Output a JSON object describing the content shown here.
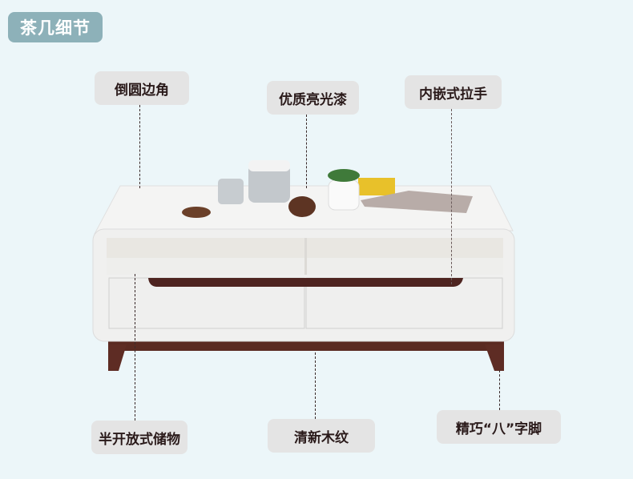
{
  "title": "茶几细节",
  "labels": {
    "rounded_corners": "倒圆边角",
    "gloss_paint": "优质亮光漆",
    "inset_handle": "内嵌式拉手",
    "open_storage": "半开放式储物",
    "wood_grain": "清新木纹",
    "splayed_legs": "精巧“八”字脚"
  },
  "colors": {
    "background": "#ecf6f9",
    "title_bg": "#8db1b9",
    "label_bg": "#e4e4e4",
    "wood": "#5a2a22"
  }
}
